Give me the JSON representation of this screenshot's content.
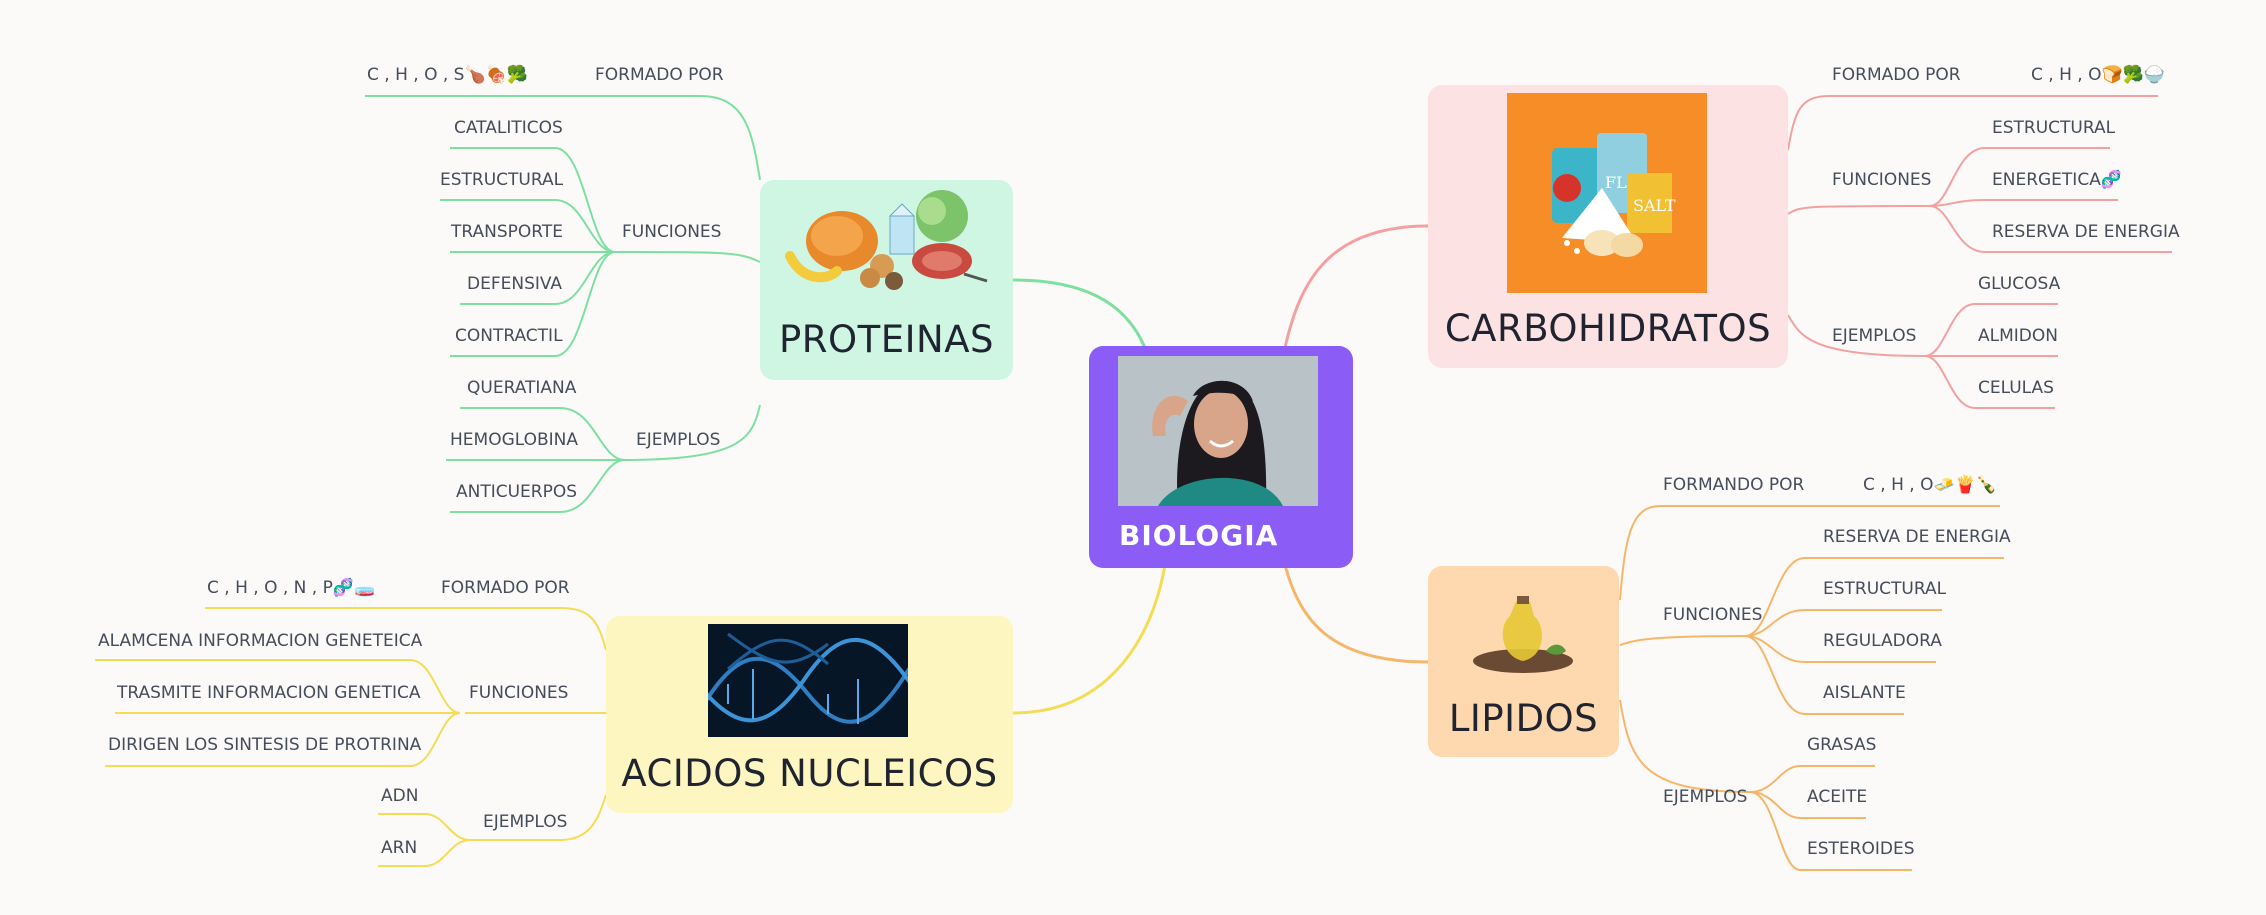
{
  "center": {
    "label": "BIOLOGIA"
  },
  "proteinas": {
    "title": "PROTEINAS",
    "formado_label": "FORMADO POR",
    "formado_value": "C , H , O , S🍗🍖🥦",
    "funciones_label": "FUNCIONES",
    "funciones": [
      "CATALITICOS",
      "ESTRUCTURAL",
      "TRANSPORTE",
      "DEFENSIVA",
      "CONTRACTIL"
    ],
    "ejemplos_label": "EJEMPLOS",
    "ejemplos": [
      "QUERATIANA",
      "HEMOGLOBINA",
      "ANTICUERPOS"
    ]
  },
  "carbohidratos": {
    "title": "CARBOHIDRATOS",
    "formado_label": "FORMADO POR",
    "formado_value": "C , H , O🍞🥦🍚",
    "funciones_label": "FUNCIONES",
    "funciones": [
      "ESTRUCTURAL",
      "ENERGETICA🧬",
      "RESERVA DE ENERGIA"
    ],
    "ejemplos_label": "EJEMPLOS",
    "ejemplos": [
      "GLUCOSA",
      "ALMIDON",
      "CELULAS"
    ]
  },
  "lipidos": {
    "title": "LIPIDOS",
    "formado_label": "FORMANDO POR",
    "formado_value": "C , H , O🧈🍟🍾",
    "funciones_label": "FUNCIONES",
    "funciones": [
      "RESERVA DE ENERGIA",
      "ESTRUCTURAL",
      "REGULADORA",
      "AISLANTE"
    ],
    "ejemplos_label": "EJEMPLOS",
    "ejemplos": [
      "GRASAS",
      "ACEITE",
      "ESTEROIDES"
    ]
  },
  "acidos": {
    "title": "ACIDOS NUCLEICOS",
    "formado_label": "FORMADO POR",
    "formado_value": "C , H , O , N , P🧬🧫",
    "funciones_label": "FUNCIONES",
    "funciones": [
      "ALAMCENA INFORMACION GENETEICA",
      "TRASMITE INFORMACION GENETICA",
      "DIRIGEN LOS SINTESIS DE PROTRINA"
    ],
    "ejemplos_label": "EJEMPLOS",
    "ejemplos": [
      "ADN",
      "ARN"
    ]
  },
  "colors": {
    "center": "#8b5cf6",
    "proteinas": "#7ee0a0",
    "proteinas_bg": "#cef6e2",
    "carbohidratos": "#f4a0a0",
    "carbohidratos_bg": "#fde2e4",
    "lipidos": "#f5b66a",
    "lipidos_bg": "#fed8ae",
    "acidos": "#f5dc55",
    "acidos_bg": "#fdf6c0"
  }
}
